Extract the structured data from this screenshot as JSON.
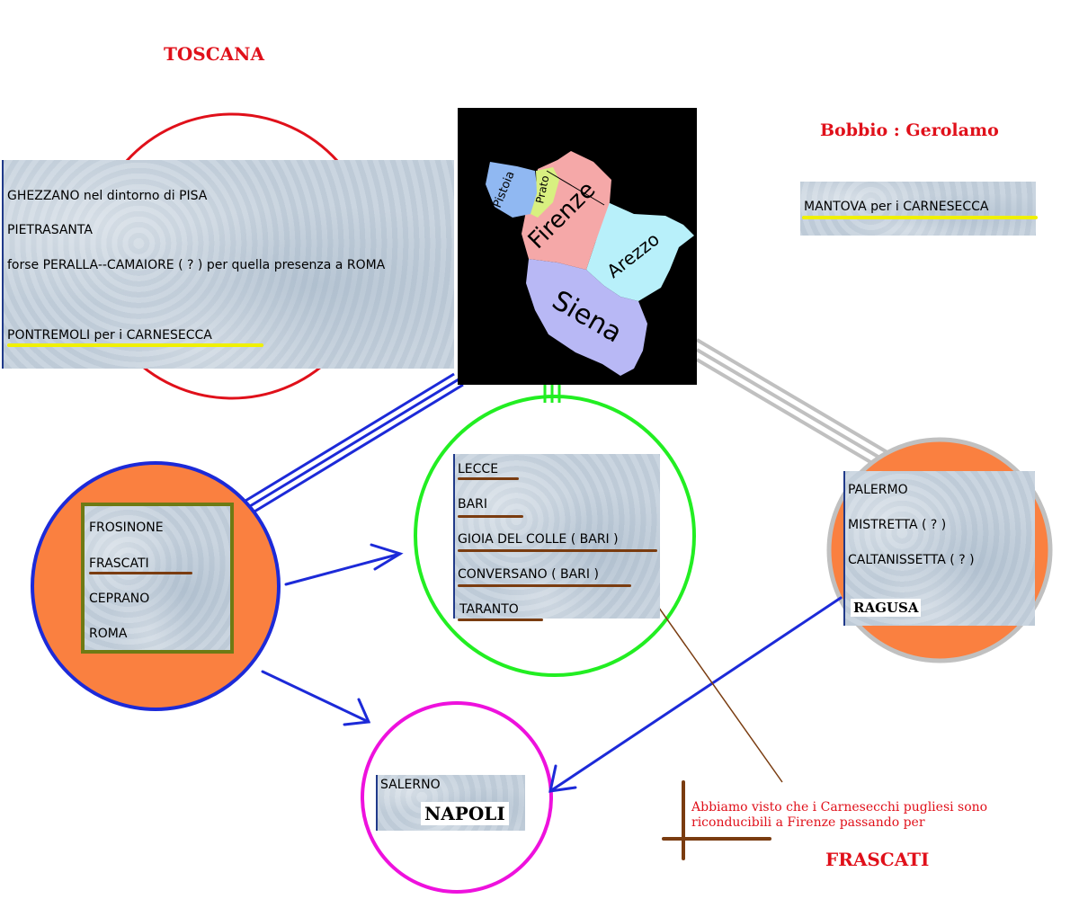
{
  "title": "TOSCANA",
  "bobbio_label": "Bobbio : Gerolamo",
  "toscana_panel": {
    "lines": [
      "GHEZZANO nel dintorno di PISA",
      "PIETRASANTA",
      "forse PERALLA--CAMAIORE ( ? ) per quella presenza a ROMA",
      "PONTREMOLI per i CARNESECCA"
    ]
  },
  "mantova_panel": {
    "text": "MANTOVA per i CARNESECCA"
  },
  "map_labels": [
    "Pistoia",
    "Prato",
    "Firenze",
    "Arezzo",
    "Siena"
  ],
  "lazio_panel": {
    "lines": [
      "FROSINONE",
      "FRASCATI",
      "CEPRANO",
      "ROMA"
    ]
  },
  "puglia_panel": {
    "lines": [
      "LECCE",
      "BARI",
      "GIOIA DEL COLLE ( BARI )",
      "CONVERSANO ( BARI )",
      "TARANTO"
    ]
  },
  "sicilia_panel": {
    "lines": [
      "PALERMO",
      "MISTRETTA ( ? )",
      "CALTANISSETTA ( ? )"
    ],
    "highlight": "RAGUSA"
  },
  "campania_panel": {
    "line": "SALERNO",
    "highlight": "NAPOLI"
  },
  "note": {
    "line1": "Abbiamo visto che i  Carnesecchi pugliesi sono",
    "line2": "riconducibili a Firenze passando per",
    "conclusion": "FRASCATI"
  },
  "colors": {
    "red": "#e0101a",
    "blue": "#1c2ad8",
    "green": "#22ee22",
    "magenta": "#ee11dd",
    "orange": "#fa8040",
    "gray": "#c0c0c0",
    "olive": "#6e7a14",
    "brown": "#7a3c10",
    "yellow": "#f0f000"
  }
}
